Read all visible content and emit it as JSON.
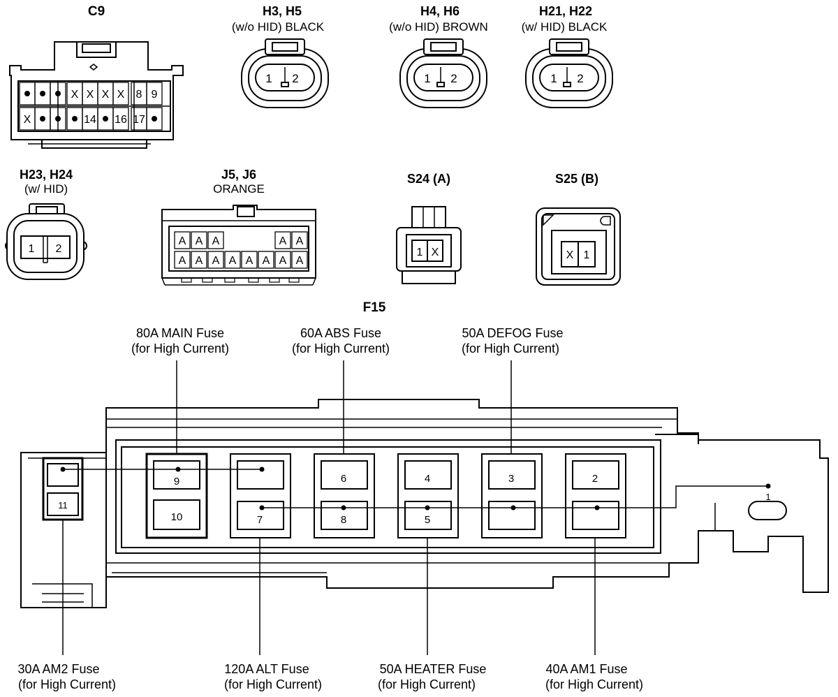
{
  "connectors": {
    "c9": {
      "title": "C9",
      "cells": [
        "●",
        "●",
        "●",
        "X",
        "X",
        "X",
        "X",
        "8",
        "9",
        "X",
        "●",
        "●",
        "●",
        "14",
        "●",
        "16",
        "17",
        "●"
      ]
    },
    "h3h5": {
      "title": "H3, H5",
      "subtitle": "(w/o HID)  BLACK",
      "pin1": "1",
      "pin2": "2"
    },
    "h4h6": {
      "title": "H4, H6",
      "subtitle": "(w/o HID)  BROWN",
      "pin1": "1",
      "pin2": "2"
    },
    "h21h22": {
      "title": "H21, H22",
      "subtitle": "(w/ HID)  BLACK",
      "pin1": "1",
      "pin2": "2"
    },
    "h23h24": {
      "title": "H23, H24",
      "subtitle": "(w/ HID)",
      "pin1": "1",
      "pin2": "2"
    },
    "j5j6": {
      "title": "J5, J6",
      "subtitle": "ORANGE",
      "top_cells": [
        "A",
        "A",
        "A",
        "A",
        "A"
      ],
      "bottom_cells": [
        "A",
        "A",
        "A",
        "A",
        "A",
        "A",
        "A",
        "A"
      ]
    },
    "s24": {
      "title": "S24 (A)",
      "pin1": "1",
      "pin2": "X"
    },
    "s25": {
      "title": "S25 (B)",
      "pin1": "X",
      "pin2": "1"
    }
  },
  "fuse_block": {
    "title": "F15",
    "slots": {
      "s1": "1",
      "s2": "2",
      "s3": "3",
      "s4": "4",
      "s5": "5",
      "s6": "6",
      "s7": "7",
      "s8": "8",
      "s9": "9",
      "s10": "10",
      "s11": "11"
    },
    "labels": {
      "main": {
        "line1": "80A MAIN Fuse",
        "line2": "(for High Current)"
      },
      "abs": {
        "line1": "60A ABS Fuse",
        "line2": "(for High Current)"
      },
      "defog": {
        "line1": "50A DEFOG Fuse",
        "line2": "(for High Current)"
      },
      "am2": {
        "line1": "30A AM2 Fuse",
        "line2": "(for High Current)"
      },
      "alt": {
        "line1": "120A ALT Fuse",
        "line2": "(for High Current)"
      },
      "heater": {
        "line1": "50A HEATER Fuse",
        "line2": "(for High Current)"
      },
      "am1": {
        "line1": "40A AM1 Fuse",
        "line2": "(for High Current)"
      }
    }
  }
}
